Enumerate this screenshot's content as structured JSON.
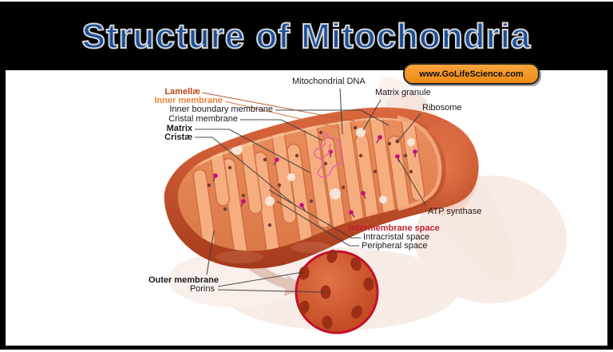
{
  "banner": {
    "title": "Structure of Mitochondria",
    "badge": "www.GoLifeScience.com"
  },
  "labels": {
    "lamellae": {
      "text": "Lamellæ"
    },
    "inner_membrane": {
      "text": "Inner membrane"
    },
    "inner_boundary_membrane": {
      "text": "Inner boundary membrane"
    },
    "cristal_membrane": {
      "text": "Cristal membrane"
    },
    "matrix": {
      "text": "Matrix"
    },
    "cristae": {
      "text": "Cristæ"
    },
    "mitochondrial_dna": {
      "text": "Mitochondrial DNA"
    },
    "matrix_granule": {
      "text": "Matrix granule"
    },
    "ribosome": {
      "text": "Ribosome"
    },
    "atp_synthase": {
      "text": "ATP synthase"
    },
    "intermembrane_space": {
      "text": "Intermembrane space"
    },
    "intracristal_space": {
      "text": "Intracristal space"
    },
    "peripheral_space": {
      "text": "Peripheral space"
    },
    "outer_membrane": {
      "text": "Outer membrane"
    },
    "porins": {
      "text": "Porins"
    }
  },
  "colors": {
    "title_blue": "#1c4e99",
    "badge_orange": "#f08a12",
    "label_brick": "#b84a1a",
    "label_orange": "#e8823e",
    "label_red": "#c42032",
    "outer_membrane_red": "#c6552f",
    "matrix_salmon": "#f6ae80",
    "atp_pin_magenta": "#c50c7e",
    "porin_ring_crimson": "#c3112b"
  }
}
